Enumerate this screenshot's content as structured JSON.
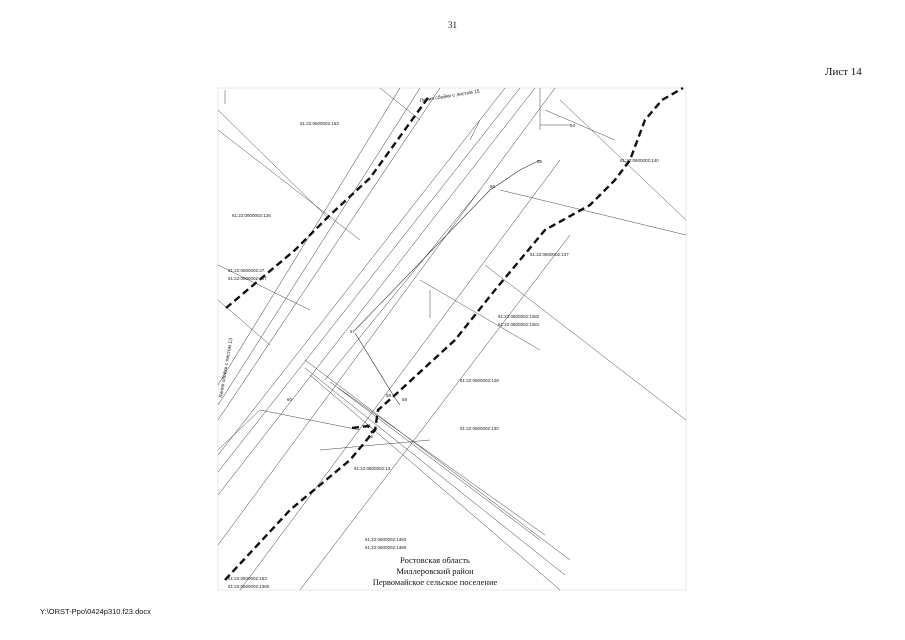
{
  "page_number": "31",
  "sheet_label": "Лист 14",
  "footer_path": "Y:\\ORST-Ppo\\0424p310.f23.docx",
  "region": {
    "line1": "Ростовская область",
    "line2": "Миллеровский район",
    "line3": "Первомайское сельское поселение"
  },
  "border_labels": {
    "top": "Линия сбойки с листом 15",
    "left": "Линия сбойки с листом 13"
  },
  "parcels": [
    "61:22:0600002:153",
    "61:22:0600002:126",
    "61:22:0600002:140",
    "61:22:0600002:1382",
    "61:22:0600002:1381",
    "61:22:0600002:137",
    "61:22:0600002:128",
    "61:22:0600002:130",
    "61:22:0600002:13",
    "61:22:0600002:27",
    "61:22:0600002:407",
    "61:22:0600002:1383",
    "61:22:0600002:1380"
  ],
  "points": [
    "54",
    "55",
    "56",
    "57",
    "58",
    "59",
    "60",
    "61",
    "62"
  ]
}
